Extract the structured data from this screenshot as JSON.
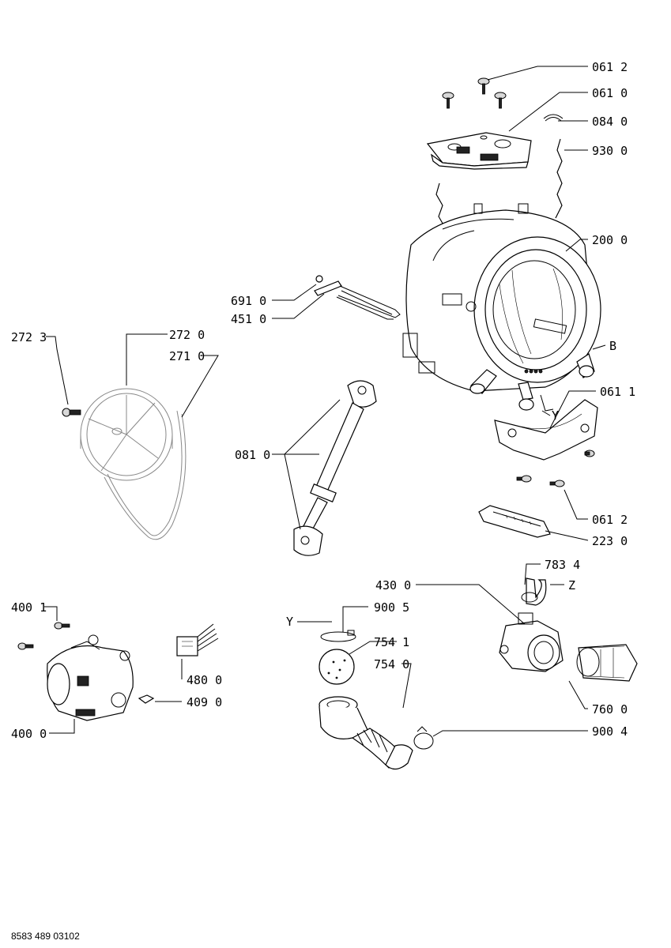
{
  "drawing_number": "8583 489 03102",
  "labels": {
    "l0612a": "061 2",
    "l0610": "061 0",
    "l0840": "084 0",
    "l9300": "930 0",
    "l2000": "200 0",
    "l6910": "691 0",
    "l4510": "451 0",
    "lB": "B",
    "l0611": "061 1",
    "lYtub": "Y",
    "l2723": "272 3",
    "l2720": "272 0",
    "l2710": "271 0",
    "l0810": "081 0",
    "l0612b": "061 2",
    "l2230": "223 0",
    "l7834": "783 4",
    "l4300": "430 0",
    "lZ": "Z",
    "lYpump": "Y",
    "l9005": "900 5",
    "l7541": "754 1",
    "l7540": "754 0",
    "l4001": "400 1",
    "l4800": "480 0",
    "l4090": "409 0",
    "l4000": "400 0",
    "l7600": "760 0",
    "l9004": "900 4"
  }
}
